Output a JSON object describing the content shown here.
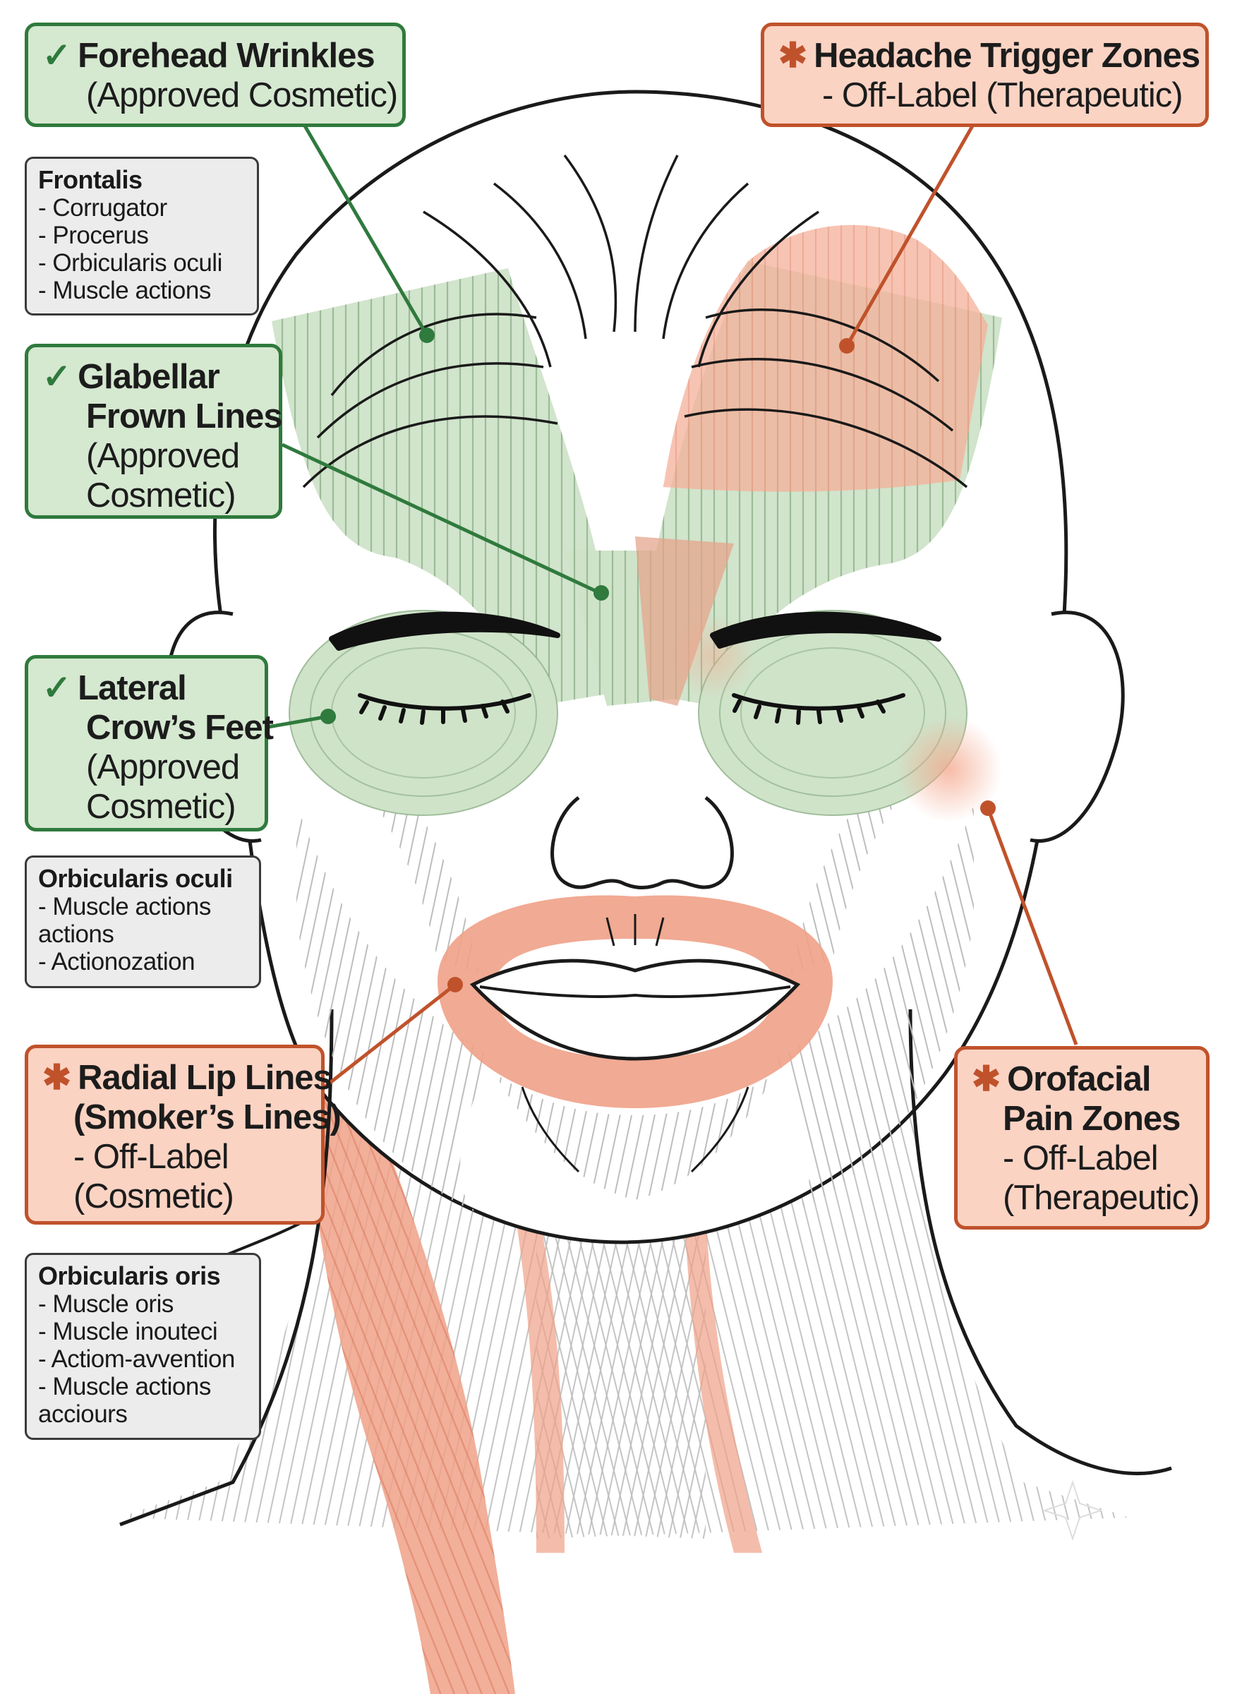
{
  "colors": {
    "approved_fill": "#d5e8d0",
    "approved_border": "#2f7a3d",
    "offlabel_fill": "#fbd3c3",
    "offlabel_border": "#c0522b",
    "note_fill": "#ececec",
    "outline": "#1a1a1a"
  },
  "icons": {
    "approved": "checkmark-icon",
    "offlabel": "asterisk-icon"
  },
  "callouts": {
    "forehead": {
      "mark": "✓",
      "title": "Forehead Wrinkles",
      "sub": "(Approved Cosmetic)"
    },
    "glabellar": {
      "mark": "✓",
      "title1": "Glabellar",
      "title2": "Frown Lines",
      "sub1": "(Approved",
      "sub2": "Cosmetic)"
    },
    "crows": {
      "mark": "✓",
      "title1": "Lateral",
      "title2": "Crow’s Feet",
      "sub1": "(Approved",
      "sub2": "Cosmetic)"
    },
    "headache": {
      "mark": "✱",
      "title": "Headache Trigger Zones",
      "sub": "- Off-Label (Therapeutic)"
    },
    "lip": {
      "mark": "✱",
      "title1": "Radial Lip Lines",
      "title2": "(Smoker’s Lines)",
      "sub1": "- Off-Label",
      "sub2": "(Cosmetic)"
    },
    "orofacial": {
      "mark": "✱",
      "title1": "Orofacial",
      "title2": "Pain Zones",
      "sub1": "- Off-Label",
      "sub2": "(Therapeutic)"
    }
  },
  "notes": {
    "frontalis": {
      "heading": "Frontalis",
      "items": [
        "- Corrugator",
        "- Procerus",
        "- Orbicularis oculi",
        "- Muscle actions"
      ]
    },
    "oculi": {
      "heading": "Orbicularis oculi",
      "items": [
        "- Muscle actions",
        "actions",
        "- Actionozation"
      ]
    },
    "oris": {
      "heading": "Orbicularis oris",
      "items": [
        "- Muscle oris",
        "- Muscle inouteci",
        "- Actiom-avvention",
        "- Muscle actions",
        "acciours"
      ]
    }
  }
}
